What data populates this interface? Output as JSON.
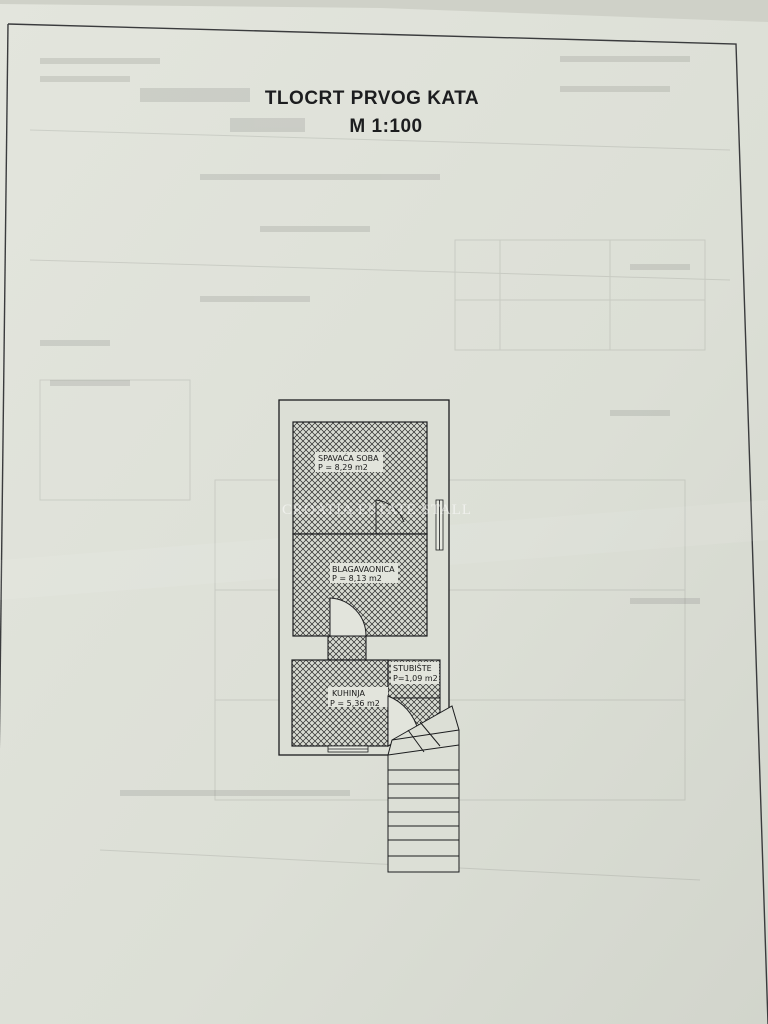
{
  "title": {
    "line1": "TLOCRT PRVOG KATA",
    "line2": "M  1:100"
  },
  "watermark": "CROATIA ESTATE STALLI",
  "rooms": [
    {
      "name": "SPAVAĆA SOBA",
      "area": "P = 8,29 m2"
    },
    {
      "name": "BLAGAVAONICA",
      "area": "P = 8,13 m2"
    },
    {
      "name": "STUBIŠTE",
      "area": "P=1,09 m2"
    },
    {
      "name": "KUHINJA",
      "area": "P = 5,36 m2"
    }
  ],
  "colors": {
    "paper": "#dfe1d9",
    "ink": "#1c1d1f",
    "hatch": "#2a2a2a"
  }
}
